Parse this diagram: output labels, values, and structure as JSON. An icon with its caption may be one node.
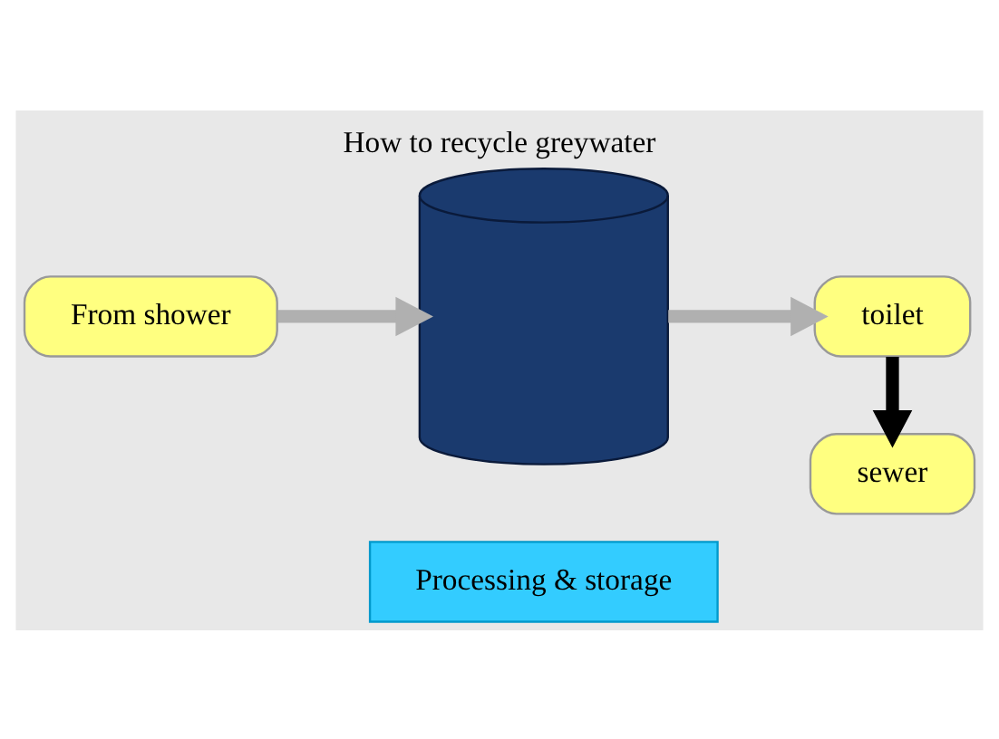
{
  "diagram": {
    "title": "How to recycle greywater",
    "nodes": [
      {
        "text": [
          "From shower"
        ]
      },
      {
        "text": [],
        "shape": "cylinder"
      },
      {
        "text": [
          "Processing & storage"
        ]
      },
      {
        "text": [
          "toilet"
        ]
      },
      {
        "text": [
          "sewer"
        ]
      }
    ],
    "edges": [
      {
        "from": 0,
        "to": 1,
        "arrow": "to"
      },
      {
        "from": 1,
        "to": 3,
        "arrow": "to"
      },
      {
        "from": 3,
        "to": 4,
        "arrow": "to",
        "color": "#000000"
      }
    ]
  }
}
